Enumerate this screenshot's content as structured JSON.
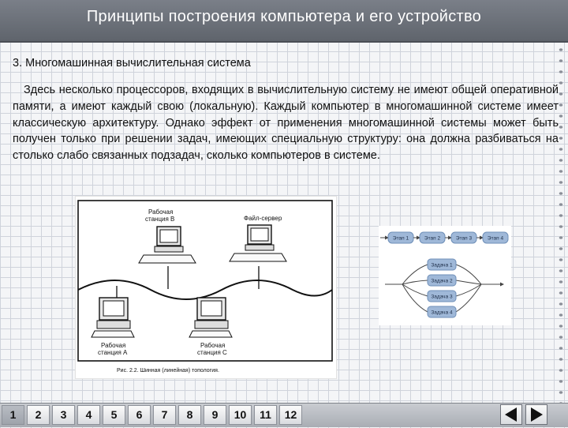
{
  "header": {
    "title": "Принципы построения компьютера и его устройство"
  },
  "content": {
    "heading": "3. Многомашинная вычислительная система",
    "paragraph": "Здесь несколько процессоров, входящих в вычислительную систему не имеют общей оперативной памяти, а имеют каждый свою (локальную). Каждый компьютер в многомашинной системе имеет классическую архитектуру. Однако эффект от применения многомашинной системы может быть получен только при решении задач, имеющих специальную структуру: она должна разбиваться на столько слабо связанных подзадач, сколько компьютеров в системе."
  },
  "figure1": {
    "label_b": [
      "Рабочая",
      "станция В"
    ],
    "label_server": "Файл-сервер",
    "label_a": [
      "Рабочая",
      "станция А"
    ],
    "label_c": [
      "Рабочая",
      "станция С"
    ],
    "caption": "Рис. 2.2. Шинная (линейная) топология."
  },
  "figure2": {
    "stages": [
      "Этап 1",
      "Этап 2",
      "Этап 3",
      "Этап 4"
    ],
    "tasks": [
      "Задача 1",
      "Задача 2",
      "Задача 3",
      "Задача 4"
    ]
  },
  "pagination": {
    "pages": [
      "1",
      "2",
      "3",
      "4",
      "5",
      "6",
      "7",
      "8",
      "9",
      "10",
      "11",
      "12"
    ],
    "current": "1"
  },
  "colors": {
    "titlebar": "#6b7078",
    "stage_box": "#9fb8d8",
    "task_box": "#9fb8d8"
  },
  "icons": {
    "prev": "triangle-left-icon",
    "next": "triangle-right-icon"
  }
}
